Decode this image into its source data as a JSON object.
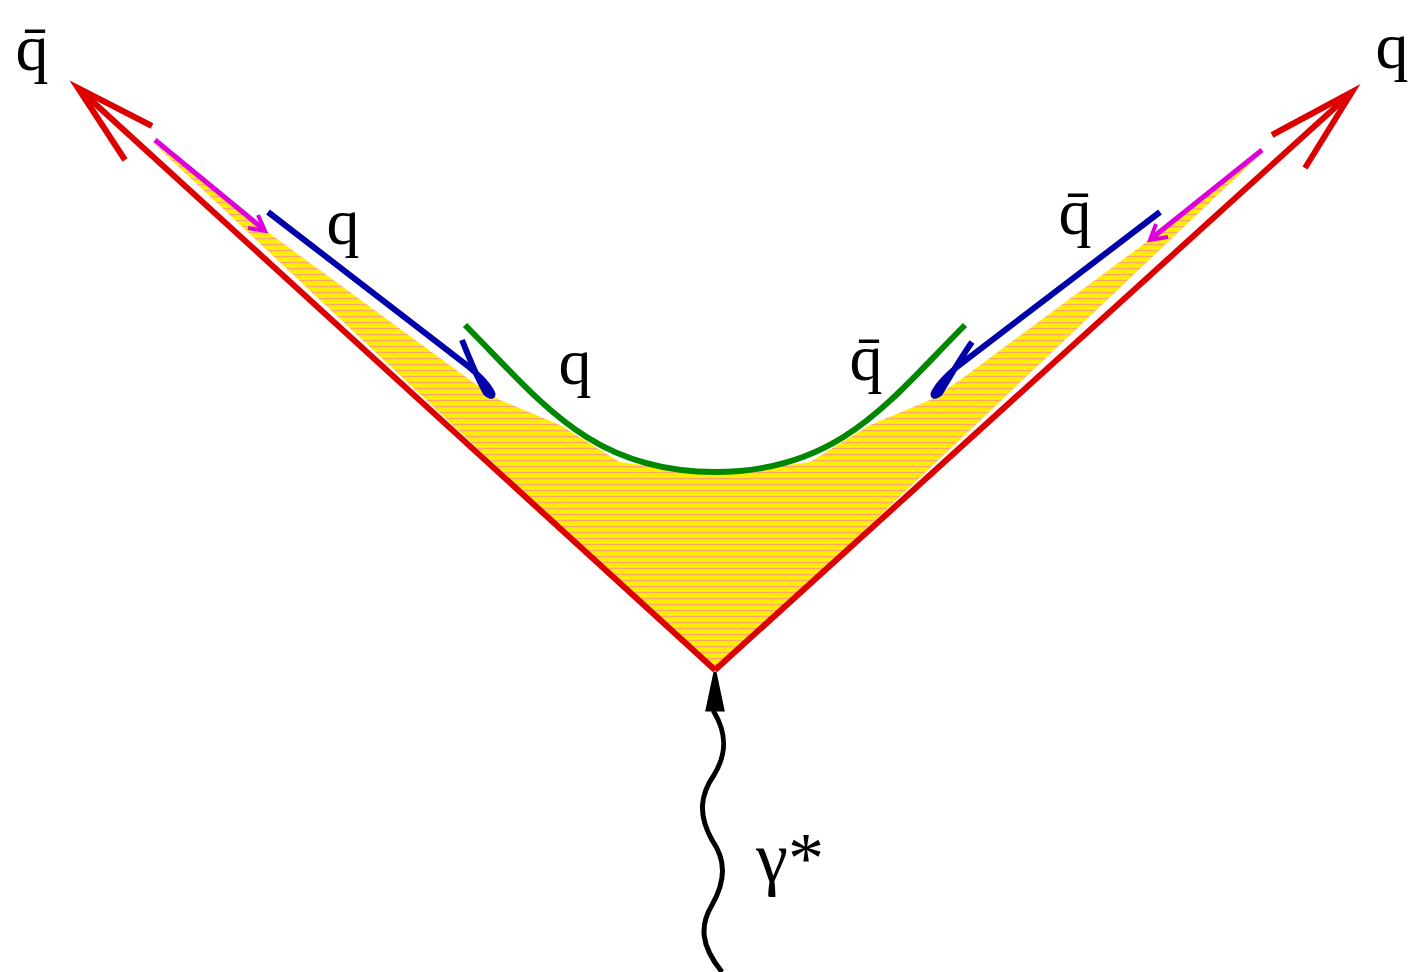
{
  "diagram": {
    "labels": [
      "q̄",
      "q",
      "q",
      "q̄",
      "q",
      "q̄",
      "γ*"
    ]
  }
}
